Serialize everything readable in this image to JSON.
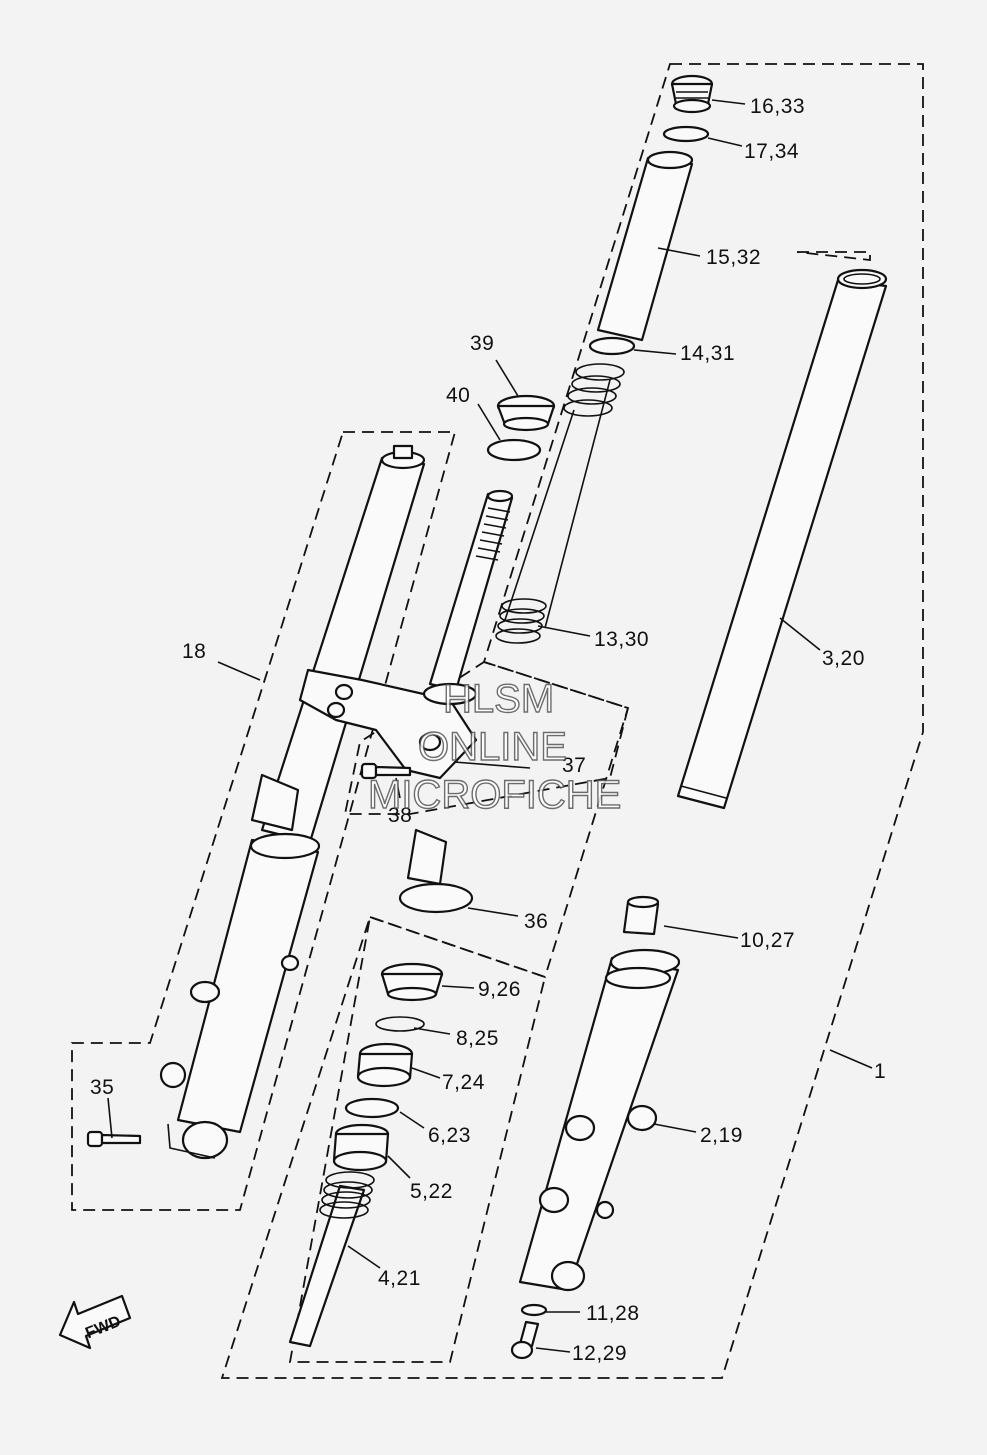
{
  "callouts": [
    {
      "id": "c-16-33",
      "text": "16,33"
    },
    {
      "id": "c-17-34",
      "text": "17,34"
    },
    {
      "id": "c-15-32",
      "text": "15,32"
    },
    {
      "id": "c-14-31",
      "text": "14,31"
    },
    {
      "id": "c-39",
      "text": "39"
    },
    {
      "id": "c-40",
      "text": "40"
    },
    {
      "id": "c-13-30",
      "text": "13,30"
    },
    {
      "id": "c-3-20",
      "text": "3,20"
    },
    {
      "id": "c-18",
      "text": "18"
    },
    {
      "id": "c-37",
      "text": "37"
    },
    {
      "id": "c-38",
      "text": "38"
    },
    {
      "id": "c-36",
      "text": "36"
    },
    {
      "id": "c-10-27",
      "text": "10,27"
    },
    {
      "id": "c-9-26",
      "text": "9,26"
    },
    {
      "id": "c-8-25",
      "text": "8,25"
    },
    {
      "id": "c-7-24",
      "text": "7,24"
    },
    {
      "id": "c-1",
      "text": "1"
    },
    {
      "id": "c-35",
      "text": "35"
    },
    {
      "id": "c-6-23",
      "text": "6,23"
    },
    {
      "id": "c-2-19",
      "text": "2,19"
    },
    {
      "id": "c-5-22",
      "text": "5,22"
    },
    {
      "id": "c-4-21",
      "text": "4,21"
    },
    {
      "id": "c-11-28",
      "text": "11,28"
    },
    {
      "id": "c-12-29",
      "text": "12,29"
    }
  ],
  "watermark": {
    "line1": "HLSM",
    "line2": "ONLINE",
    "line3": "MICROFICHE"
  },
  "fwd_label": "FWD"
}
